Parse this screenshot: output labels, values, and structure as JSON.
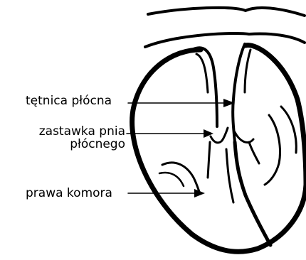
{
  "labels": {
    "pulmonary_artery": "tętnica płócna",
    "pulmonary_valve_line1": "zastawka pnia",
    "pulmonary_valve_line2": "płócnego",
    "right_ventricle": "prawa komora"
  },
  "colors": {
    "stroke": "#000000",
    "background": "#ffffff"
  }
}
